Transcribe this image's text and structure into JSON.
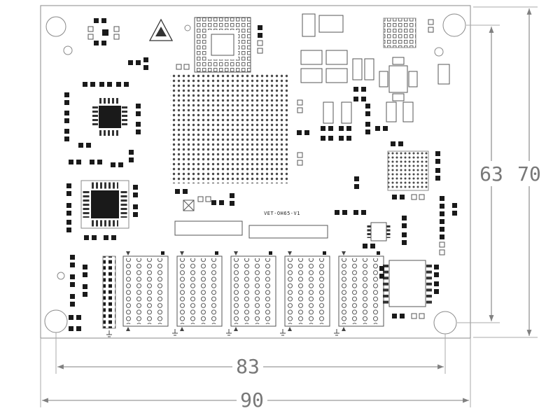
{
  "board": {
    "label": "VET-OH65-V1"
  },
  "dimensions": {
    "hole_span_vertical": "63",
    "board_height": "70",
    "hole_span_horizontal": "83",
    "board_width": "90"
  },
  "colors": {
    "line": "#555555",
    "dimension": "#808080",
    "pad_fill": "#1a1a1a",
    "background": "#ffffff"
  }
}
